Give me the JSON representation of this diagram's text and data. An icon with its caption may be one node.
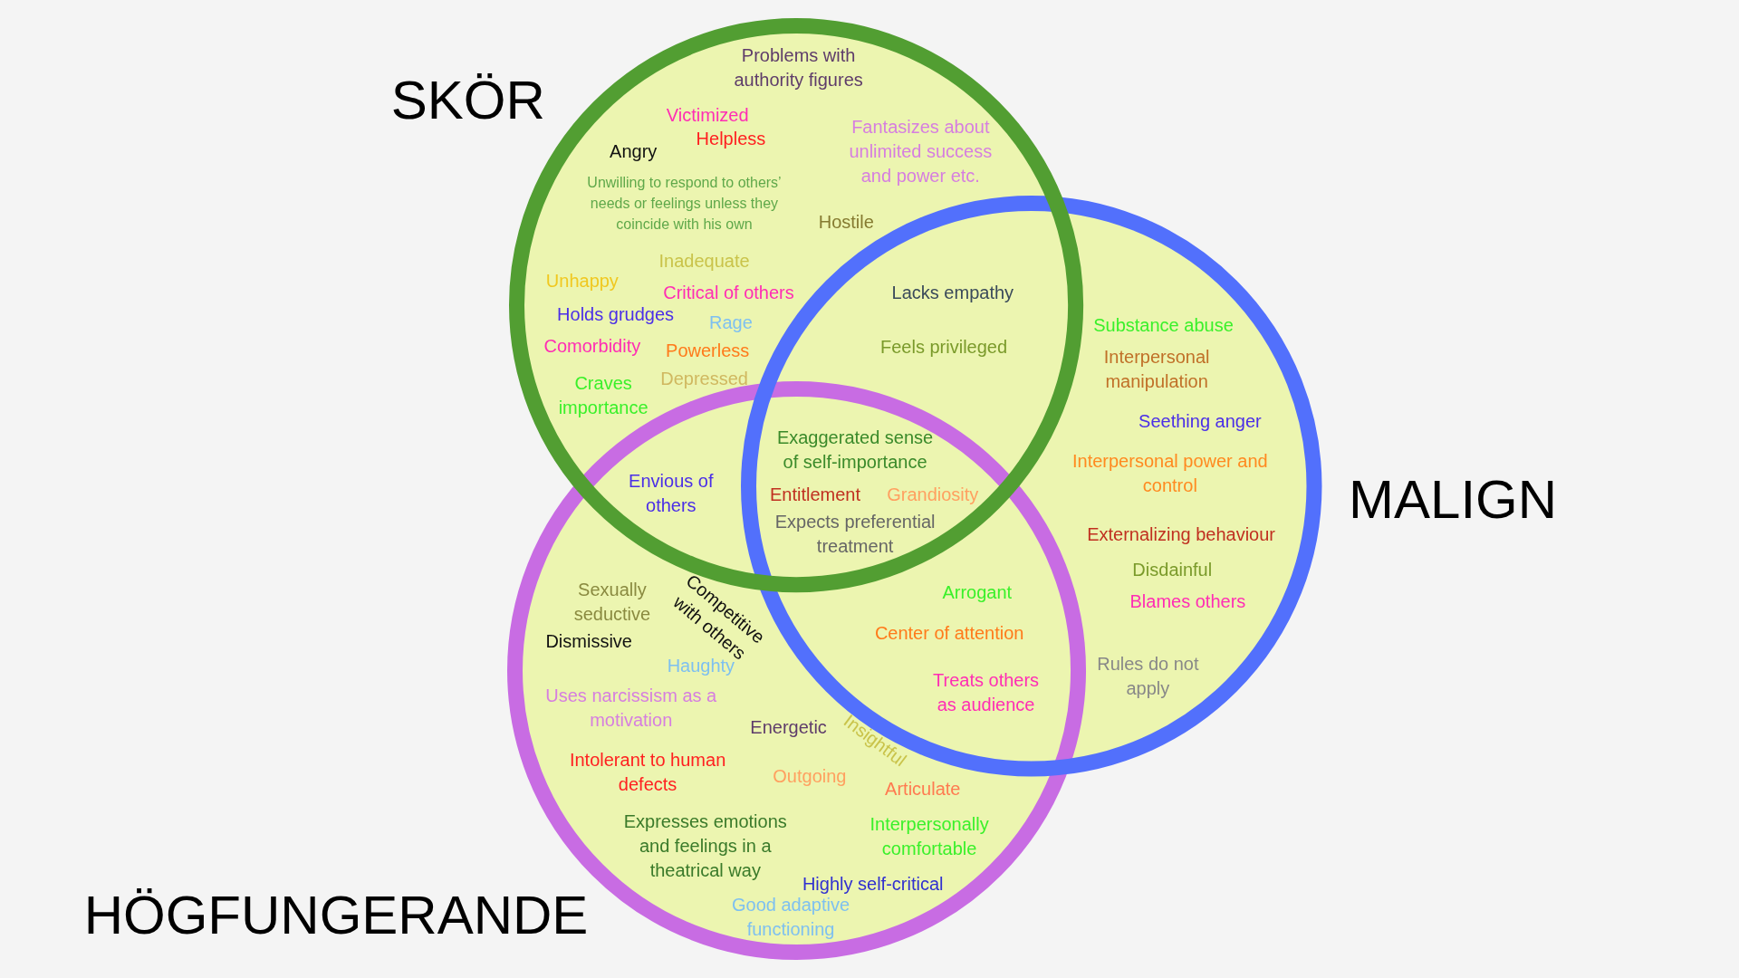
{
  "diagram": {
    "nodes": [
      {
        "text": [
          "SKÖR"
        ]
      },
      {
        "text": [
          "MALIGN"
        ]
      },
      {
        "text": [
          "HÖGFUNGERANDE"
        ]
      }
    ],
    "labels": [
      "Problems with authority figures",
      "Victimized",
      "Helpless",
      "Angry",
      "Fantasizes about unlimited success and power etc.",
      "Unwilling to respond to others’ needs or feelings unless they coincide with his own",
      "Hostile",
      "Inadequate",
      "Unhappy",
      "Critical of others",
      "Lacks empathy",
      "Holds grudges",
      "Rage",
      "Comorbidity",
      "Powerless",
      "Feels privileged",
      "Craves importance",
      "Depressed",
      "Substance abuse",
      "Interpersonal manipulation",
      "Seething anger",
      "Exaggerated sense of self-importance",
      "Envious of others",
      "Interpersonal power and control",
      "Entitlement",
      "Grandiosity",
      "Expects preferential treatment",
      "Externalizing behaviour",
      "Sexually seductive",
      "Competitive with others",
      "Disdainful",
      "Arrogant",
      "Blames others",
      "Dismissive",
      "Center of attention",
      "Haughty",
      "Treats others as audience",
      "Rules do not apply",
      "Uses narcissism as a motivation",
      "Energetic",
      "Insightful",
      "Intolerant to human defects",
      "Outgoing",
      "Articulate",
      "Expresses emotions and feelings in a theatrical way",
      "Interpersonally comfortable",
      "Highly self-critical",
      "Good adaptive functioning"
    ]
  }
}
